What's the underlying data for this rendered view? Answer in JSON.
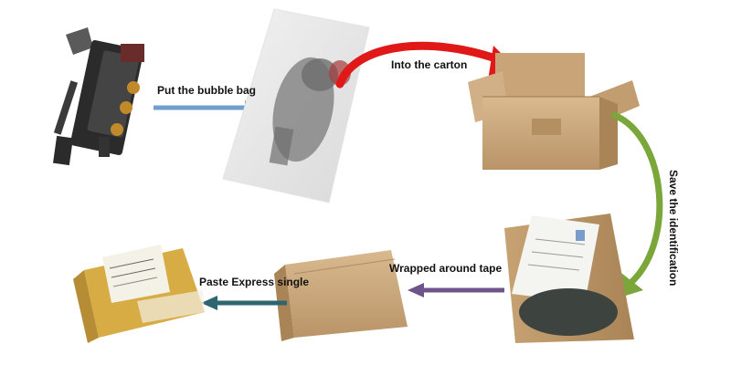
{
  "steps": [
    {
      "label": "Put the bubble bag"
    },
    {
      "label": "Into the carton"
    },
    {
      "label": "Save the identification"
    },
    {
      "label": "Wrapped around tape"
    },
    {
      "label": "Paste Express single"
    }
  ],
  "colors": {
    "arrow_blue": "#6f9fcf",
    "arrow_red": "#e01818",
    "arrow_green": "#7aa63a",
    "arrow_purple": "#6e548a",
    "arrow_teal": "#2e6670",
    "cardboard": "#c9a479",
    "cardboard_dark": "#a98456",
    "tape_yellow": "#d8ac45"
  },
  "icons": [
    "ignition-coil-part",
    "bubble-bag-package",
    "open-carton",
    "carton-with-paper",
    "closed-carton",
    "taped-express-box"
  ]
}
